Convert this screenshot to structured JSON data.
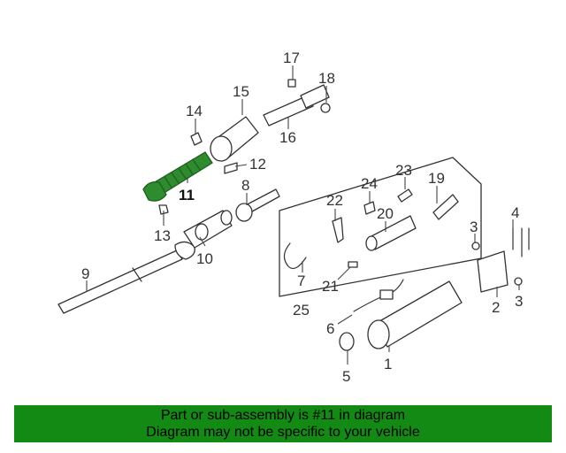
{
  "diagram": {
    "highlight_color": "#2e8b2e",
    "line_color": "#333333",
    "callouts": {
      "c1": "1",
      "c2": "2",
      "c3a": "3",
      "c3b": "3",
      "c4": "4",
      "c5": "5",
      "c6": "6",
      "c7": "7",
      "c8": "8",
      "c9": "9",
      "c10": "10",
      "c11": "11",
      "c12": "12",
      "c13": "13",
      "c14": "14",
      "c15": "15",
      "c16": "16",
      "c17": "17",
      "c18": "18",
      "c19": "19",
      "c20": "20",
      "c21": "21",
      "c22": "22",
      "c23": "23",
      "c24": "24",
      "c25": "25"
    }
  },
  "banner": {
    "background": "#138a13",
    "line1": "Part or sub-assembly is #11 in diagram",
    "line2": "Diagram may not be specific to your vehicle"
  }
}
